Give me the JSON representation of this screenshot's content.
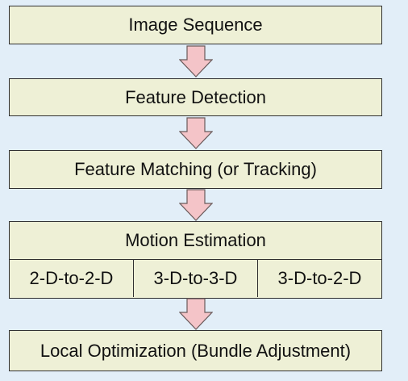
{
  "steps": [
    "Image Sequence",
    "Feature Detection",
    "Feature Matching (or Tracking)",
    "Motion Estimation",
    "Local Optimization (Bundle Adjustment)"
  ],
  "motion_methods": [
    "2-D-to-2-D",
    "3-D-to-3-D",
    "3-D-to-2-D"
  ],
  "colors": {
    "background": "#e2eef8",
    "box_fill": "#eef0d6",
    "box_border": "#303030",
    "arrow_fill": "#f4c4c8",
    "arrow_stroke": "#6a5a5a"
  }
}
